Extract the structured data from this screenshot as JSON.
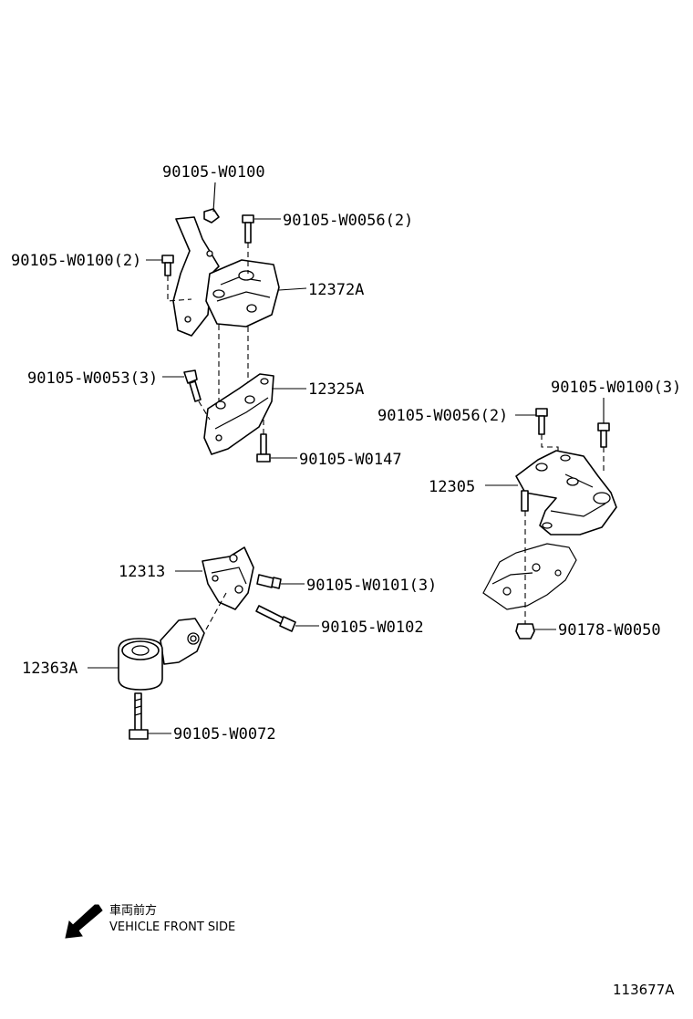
{
  "labels": {
    "p_90105_W0100_top": "90105-W0100",
    "p_90105_W0056_2_a": "90105-W0056(2)",
    "p_90105_W0100_2": "90105-W0100(2)",
    "p_12372A": "12372A",
    "p_90105_W0053_3": "90105-W0053(3)",
    "p_12325A": "12325A",
    "p_90105_W0147": "90105-W0147",
    "p_90105_W0100_3": "90105-W0100(3)",
    "p_90105_W0056_2_b": "90105-W0056(2)",
    "p_12305": "12305",
    "p_12313": "12313",
    "p_90105_W0101_3": "90105-W0101(3)",
    "p_90105_W0102": "90105-W0102",
    "p_90178_W0050": "90178-W0050",
    "p_12363A": "12363A",
    "p_90105_W0072": "90105-W0072"
  },
  "direction": {
    "japanese": "車両前方",
    "english": "VEHICLE FRONT SIDE",
    "icon": "front-arrow-icon"
  },
  "diagram_ref": "113677A"
}
